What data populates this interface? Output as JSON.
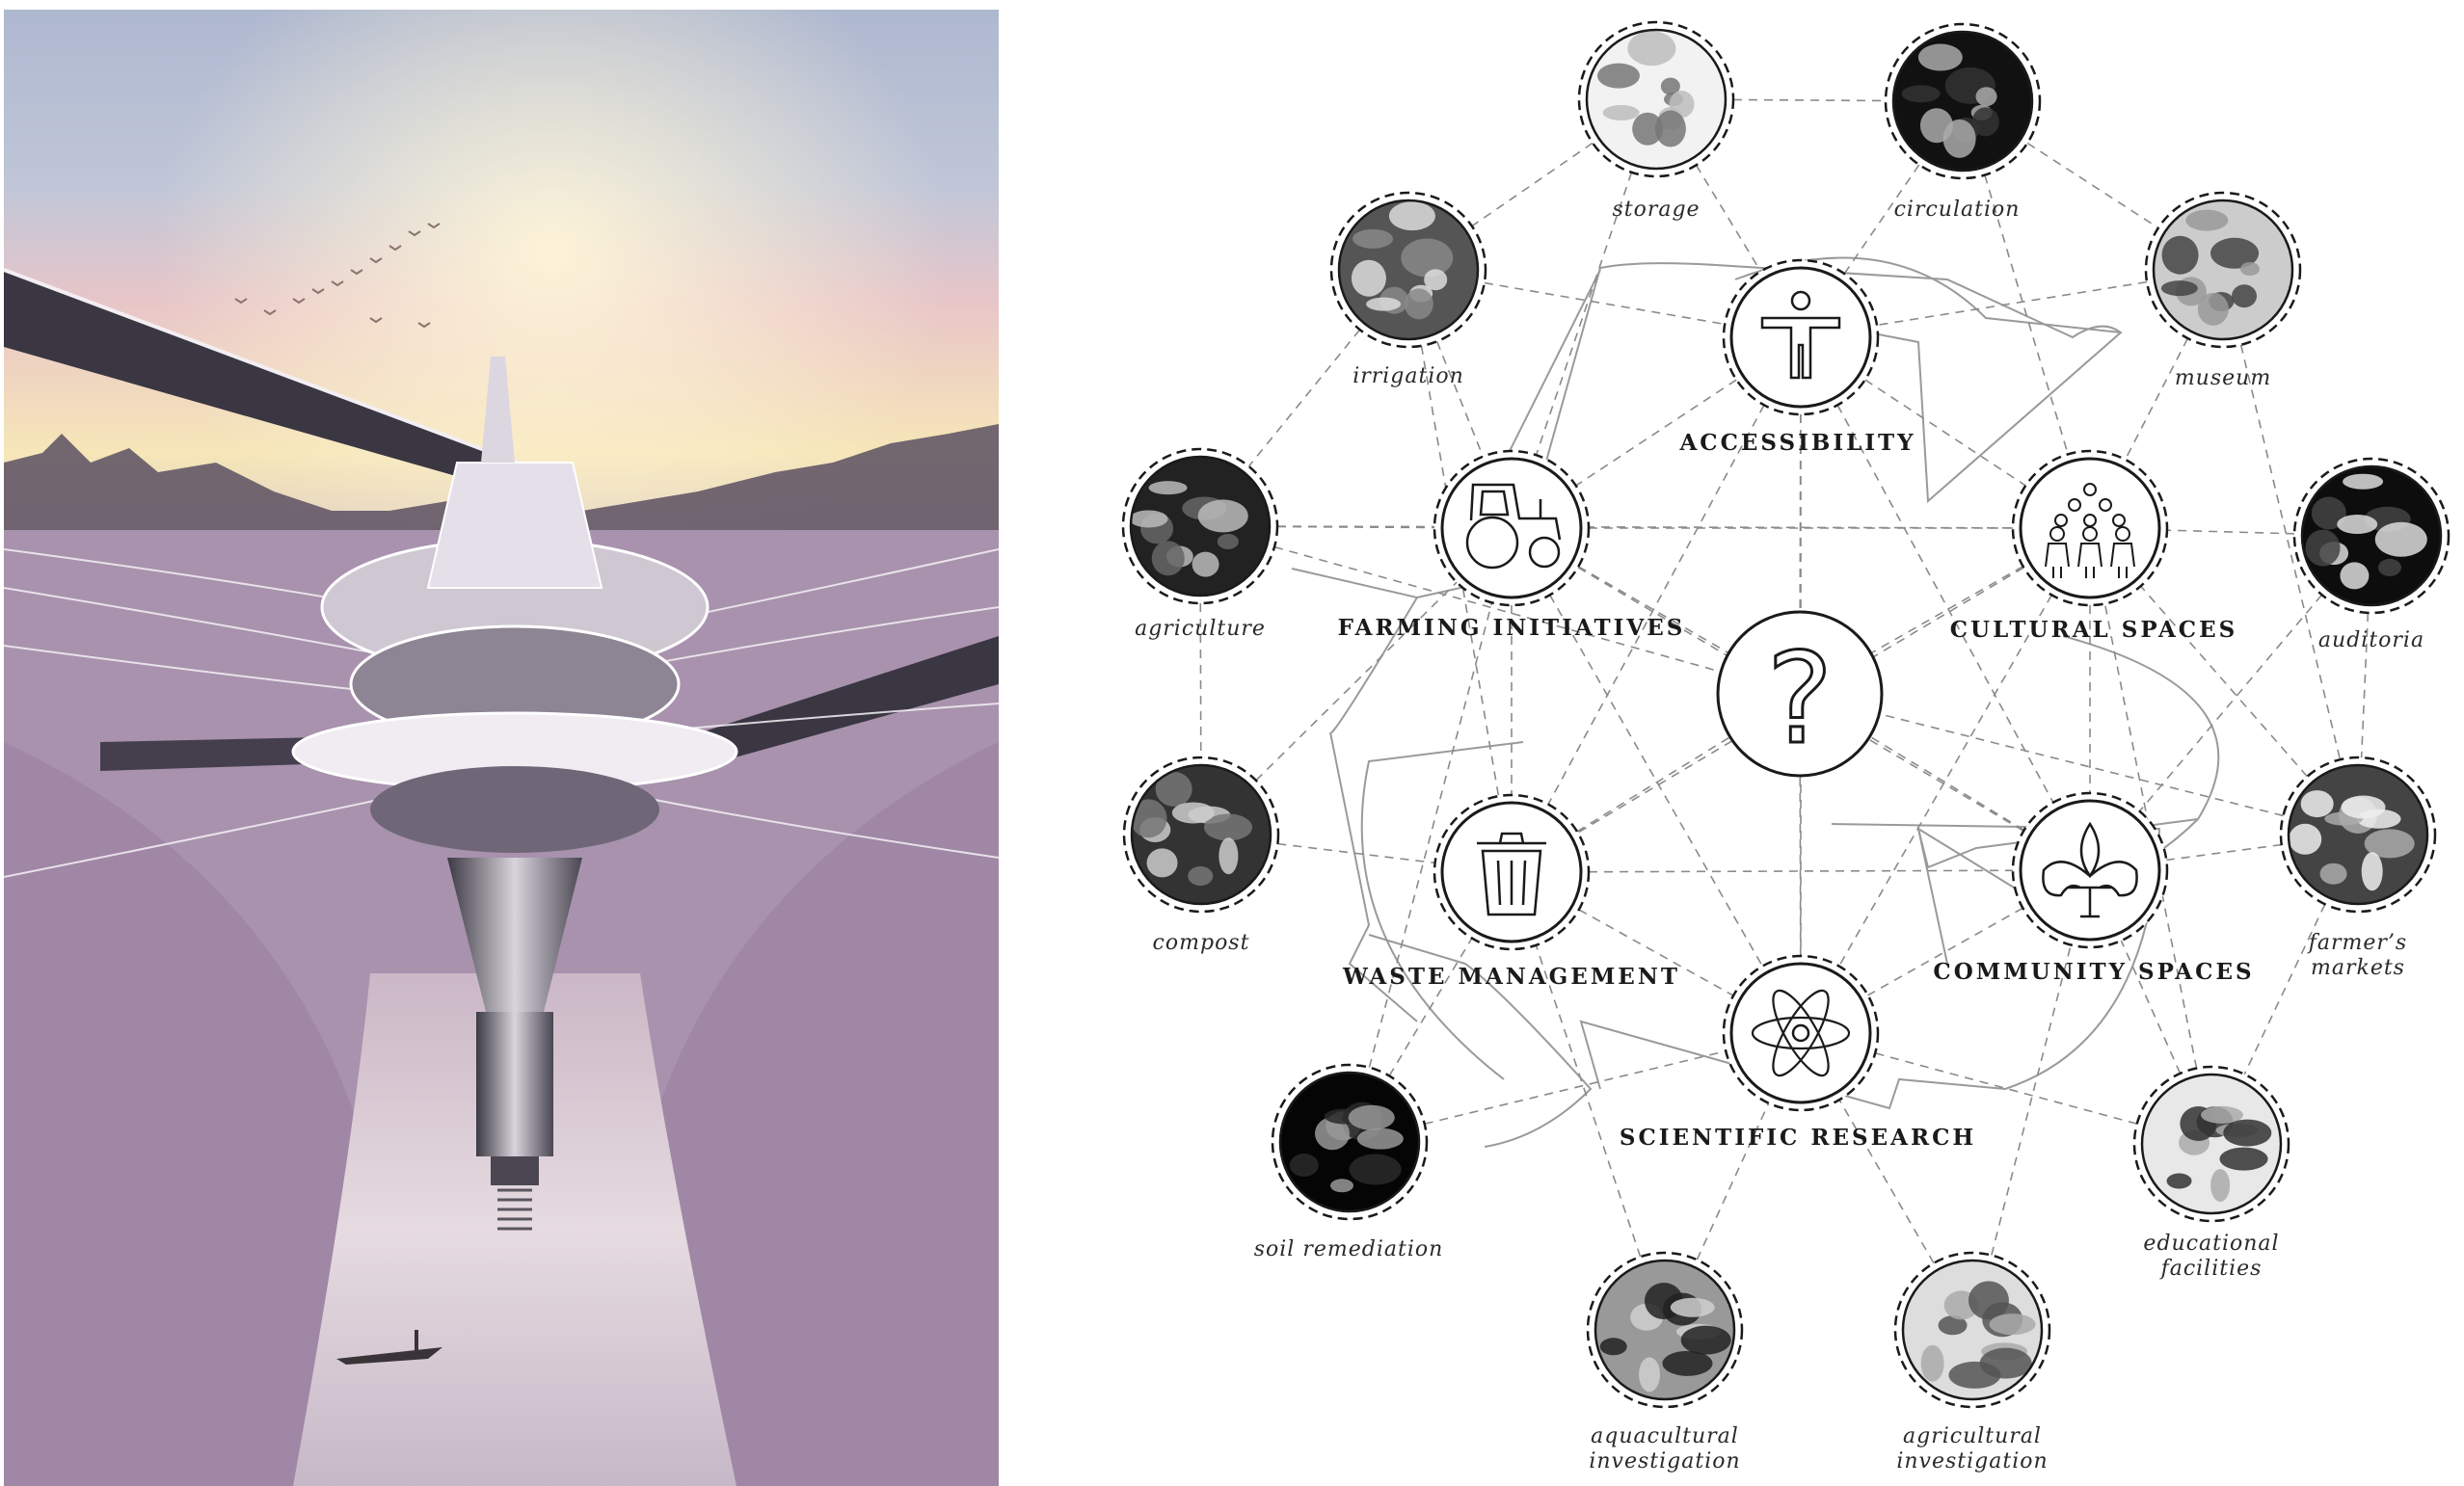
{
  "colors": {
    "line": "#8a8a8a",
    "ink": "#1a1a1a",
    "sky_top": "#aeb8cf",
    "sky_glow": "#f6e6b8",
    "sky_pink": "#e8c6c8",
    "field": "#a892ad",
    "water": "#d8cbd3"
  },
  "center_node": {
    "icon": "question-mark-icon",
    "glyph": "?"
  },
  "main_nodes": [
    {
      "id": "accessibility",
      "label": "ACCESSIBILITY",
      "icon": "person-icon"
    },
    {
      "id": "farming",
      "label": "FARMING INITIATIVES",
      "icon": "tractor-icon"
    },
    {
      "id": "cultural",
      "label": "CULTURAL SPACES",
      "icon": "people-group-icon"
    },
    {
      "id": "waste",
      "label": "WASTE MANAGEMENT",
      "icon": "trash-can-icon"
    },
    {
      "id": "community",
      "label": "COMMUNITY SPACES",
      "icon": "fleur-de-lis-icon"
    },
    {
      "id": "science",
      "label": "SCIENTIFIC RESEARCH",
      "icon": "atom-icon"
    }
  ],
  "photo_nodes": [
    {
      "id": "storage",
      "label": [
        "storage"
      ]
    },
    {
      "id": "circulation",
      "label": [
        "circulation"
      ]
    },
    {
      "id": "irrigation",
      "label": [
        "irrigation"
      ]
    },
    {
      "id": "museum",
      "label": [
        "museum"
      ]
    },
    {
      "id": "agriculture",
      "label": [
        "agriculture"
      ]
    },
    {
      "id": "auditoria",
      "label": [
        "auditoria"
      ]
    },
    {
      "id": "compost",
      "label": [
        "compost"
      ]
    },
    {
      "id": "markets",
      "label": [
        "farmer’s",
        "markets"
      ]
    },
    {
      "id": "soil",
      "label": [
        "soil remediation"
      ]
    },
    {
      "id": "educational",
      "label": [
        "educational",
        "facilities"
      ]
    },
    {
      "id": "aquacultural",
      "label": [
        "aquacultural",
        "investigation"
      ]
    },
    {
      "id": "agricultural",
      "label": [
        "agricultural",
        "investigation"
      ]
    }
  ]
}
